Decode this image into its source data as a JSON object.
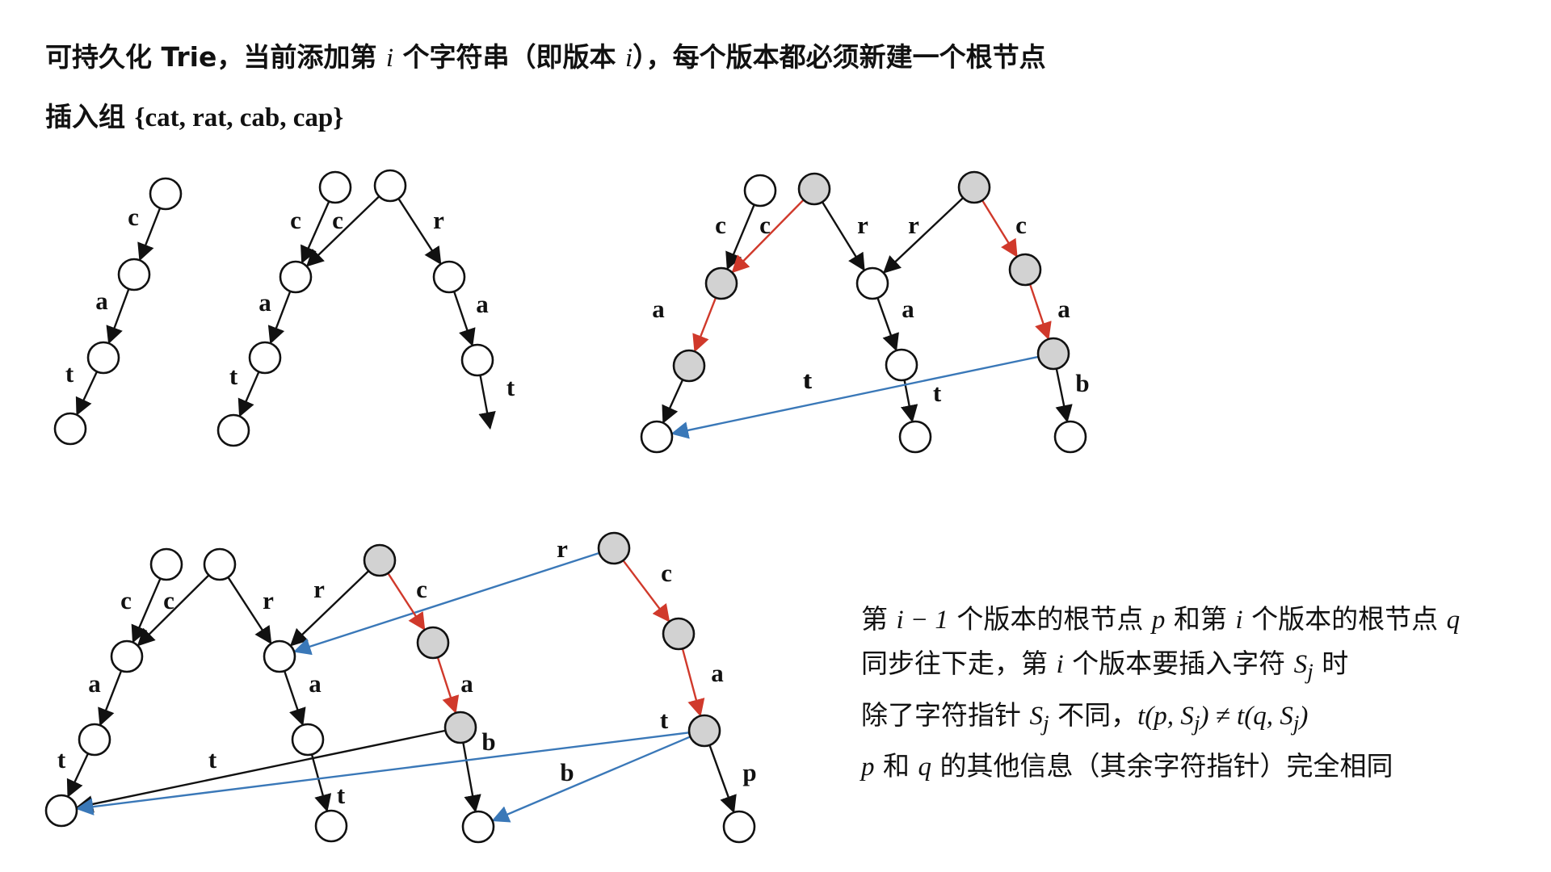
{
  "title": {
    "part1": "可持久化 Trie，当前添加第 ",
    "i1": "i",
    "part2": " 个字符串（即版本 ",
    "i2": "i",
    "part3": "），每个版本都必须新建一个根节点"
  },
  "subtitle": {
    "label": "插入组",
    "set": "{cat, rat, cab, cap}"
  },
  "colors": {
    "edge": "#111111",
    "new_edge": "#d0392b",
    "link": "#3a78b8",
    "new_node_fill": "#d2d2d2",
    "node_fill": "#ffffff"
  },
  "notes": {
    "line1": {
      "a": "第 ",
      "b": "i − 1",
      "c": " 个版本的根节点 ",
      "d": "p",
      "e": " 和第 ",
      "f": "i",
      "g": " 个版本的根节点 ",
      "h": "q"
    },
    "line2": {
      "a": "同步往下走，第 ",
      "b": "i",
      "c": " 个版本要插入字符 ",
      "d": "S",
      "e": "j",
      "f": " 时"
    },
    "line3": {
      "a": "除了字符指针 ",
      "b": "S",
      "c": "j",
      "d": " 不同，",
      "e": "t(p, S",
      "f": "j",
      "g": ") ≠ t(q, S",
      "h": "j",
      "i": ")"
    },
    "line4": {
      "a": "p",
      "b": " 和 ",
      "c": "q",
      "d": " 的其他信息（其余字符指针）完全相同"
    }
  },
  "diagrams": [
    {
      "nodes": [
        {
          "id": "a0",
          "new": false
        },
        {
          "id": "a1",
          "new": false
        },
        {
          "id": "a2",
          "new": false
        },
        {
          "id": "a3",
          "new": false
        }
      ],
      "edges": [
        {
          "from": "a0",
          "to": "a1",
          "label": "c",
          "kind": "normal"
        },
        {
          "from": "a1",
          "to": "a2",
          "label": "a",
          "kind": "normal"
        },
        {
          "from": "a2",
          "to": "a3",
          "label": "t",
          "kind": "normal"
        }
      ]
    },
    {
      "nodes": [
        {
          "id": "b0",
          "new": false
        },
        {
          "id": "b1",
          "new": false
        },
        {
          "id": "b2",
          "new": false
        },
        {
          "id": "b3",
          "new": false
        },
        {
          "id": "b4",
          "new": false
        },
        {
          "id": "b5",
          "new": false
        },
        {
          "id": "b6",
          "new": false
        }
      ],
      "edges": [
        {
          "from": "b0",
          "to": "b2",
          "label": "c",
          "kind": "normal"
        },
        {
          "from": "b1",
          "to": "b2",
          "label": "c",
          "kind": "normal"
        },
        {
          "from": "b2",
          "to": "b3",
          "label": "a",
          "kind": "normal"
        },
        {
          "from": "b3",
          "to": "b4",
          "label": "t",
          "kind": "normal"
        },
        {
          "from": "b1",
          "to": "b5",
          "label": "r",
          "kind": "normal"
        },
        {
          "from": "b5",
          "to": "b6",
          "label": "a",
          "kind": "normal"
        },
        {
          "from": "b6",
          "to": "b_t",
          "label": "t",
          "kind": "normal"
        }
      ]
    },
    {
      "nodes": [
        {
          "id": "c0",
          "new": false
        },
        {
          "id": "c1",
          "new": true
        },
        {
          "id": "c2",
          "new": true
        },
        {
          "id": "c3",
          "new": true
        },
        {
          "id": "c4",
          "new": false
        },
        {
          "id": "c5",
          "new": false
        },
        {
          "id": "c6",
          "new": false
        },
        {
          "id": "c7",
          "new": false
        },
        {
          "id": "c8",
          "new": true
        },
        {
          "id": "c9",
          "new": true
        },
        {
          "id": "c10",
          "new": true
        },
        {
          "id": "c11",
          "new": false
        }
      ],
      "edges": [
        {
          "from": "c0",
          "to": "c2",
          "label": "c",
          "kind": "normal"
        },
        {
          "from": "c1",
          "to": "c2",
          "label": "c",
          "kind": "new"
        },
        {
          "from": "c2",
          "to": "c3",
          "label": "a",
          "kind": "new"
        },
        {
          "from": "c3",
          "to": "c4",
          "label": "t",
          "kind": "normal"
        },
        {
          "from": "c1",
          "to": "c5",
          "label": "r",
          "kind": "normal"
        },
        {
          "from": "c8",
          "to": "c5",
          "label": "r",
          "kind": "normal"
        },
        {
          "from": "c5",
          "to": "c6",
          "label": "a",
          "kind": "normal"
        },
        {
          "from": "c6",
          "to": "c7",
          "label": "t",
          "kind": "normal"
        },
        {
          "from": "c8",
          "to": "c9",
          "label": "c",
          "kind": "new"
        },
        {
          "from": "c9",
          "to": "c10",
          "label": "a",
          "kind": "new"
        },
        {
          "from": "c10",
          "to": "c4",
          "label": "t",
          "kind": "link"
        },
        {
          "from": "c10",
          "to": "c11",
          "label": "b",
          "kind": "normal"
        }
      ]
    },
    {
      "nodes": [
        {
          "id": "d0",
          "new": false
        },
        {
          "id": "d1",
          "new": false
        },
        {
          "id": "d2",
          "new": false
        },
        {
          "id": "d3",
          "new": false
        },
        {
          "id": "d4",
          "new": false
        },
        {
          "id": "d5",
          "new": false
        },
        {
          "id": "d6",
          "new": false
        },
        {
          "id": "d7",
          "new": false
        },
        {
          "id": "d8",
          "new": true
        },
        {
          "id": "d9",
          "new": true
        },
        {
          "id": "d10",
          "new": true
        },
        {
          "id": "d11",
          "new": false
        },
        {
          "id": "d12",
          "new": true
        },
        {
          "id": "d13",
          "new": true
        },
        {
          "id": "d14",
          "new": true
        },
        {
          "id": "d15",
          "new": false
        }
      ],
      "edges": [
        {
          "from": "d0",
          "to": "d2",
          "label": "c",
          "kind": "normal"
        },
        {
          "from": "d1",
          "to": "d2",
          "label": "c",
          "kind": "normal"
        },
        {
          "from": "d2",
          "to": "d3",
          "label": "a",
          "kind": "normal"
        },
        {
          "from": "d3",
          "to": "d4",
          "label": "t",
          "kind": "normal"
        },
        {
          "from": "d1",
          "to": "d5",
          "label": "r",
          "kind": "normal"
        },
        {
          "from": "d8",
          "to": "d5",
          "label": "r",
          "kind": "normal"
        },
        {
          "from": "d12",
          "to": "d5",
          "label": "r",
          "kind": "link"
        },
        {
          "from": "d5",
          "to": "d6",
          "label": "a",
          "kind": "normal"
        },
        {
          "from": "d6",
          "to": "d7",
          "label": "t",
          "kind": "normal"
        },
        {
          "from": "d8",
          "to": "d9",
          "label": "c",
          "kind": "new"
        },
        {
          "from": "d9",
          "to": "d10",
          "label": "a",
          "kind": "new"
        },
        {
          "from": "d10",
          "to": "d4",
          "label": "t",
          "kind": "normal"
        },
        {
          "from": "d10",
          "to": "d11",
          "label": "b",
          "kind": "normal"
        },
        {
          "from": "d12",
          "to": "d13",
          "label": "c",
          "kind": "new"
        },
        {
          "from": "d13",
          "to": "d14",
          "label": "a",
          "kind": "new"
        },
        {
          "from": "d14",
          "to": "d4",
          "label": "t",
          "kind": "link"
        },
        {
          "from": "d14",
          "to": "d11",
          "label": "b",
          "kind": "link"
        },
        {
          "from": "d14",
          "to": "d15",
          "label": "p",
          "kind": "normal"
        }
      ]
    }
  ]
}
